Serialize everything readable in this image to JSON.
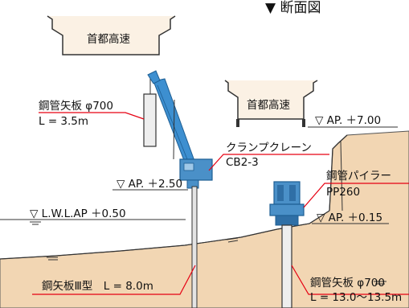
{
  "title": "▼ 断面図",
  "highway_top": "首都高速",
  "highway_mid": "首都高速",
  "levels": {
    "ap_top": "▽ AP. ＋7.00",
    "ap_crane": "▽ AP. ＋2.50",
    "lwl": "▽ L.W.L.AP ＋0.50",
    "ap_piler": "▽ AP. ＋0.15"
  },
  "callouts": {
    "pile_upper_name": "鋼管矢板 φ700",
    "pile_upper_len": "L = 3.5m",
    "crane_name": "クランプクレーン",
    "crane_model": "CB2-3",
    "piler_name": "鋼管パイラー",
    "piler_model": "PP260",
    "sheet_pile": "鋼矢板Ⅲ型　L = 8.0m",
    "pile_lower_name": "鋼管矢板 φ700",
    "pile_lower_len": "L = 13.0～13.5m"
  },
  "colors": {
    "accent_line": "#e60012",
    "machine_blue": "#4a90c8",
    "ground_tan": "#f2d6b3",
    "crane_boom": "#3d8fd0"
  }
}
